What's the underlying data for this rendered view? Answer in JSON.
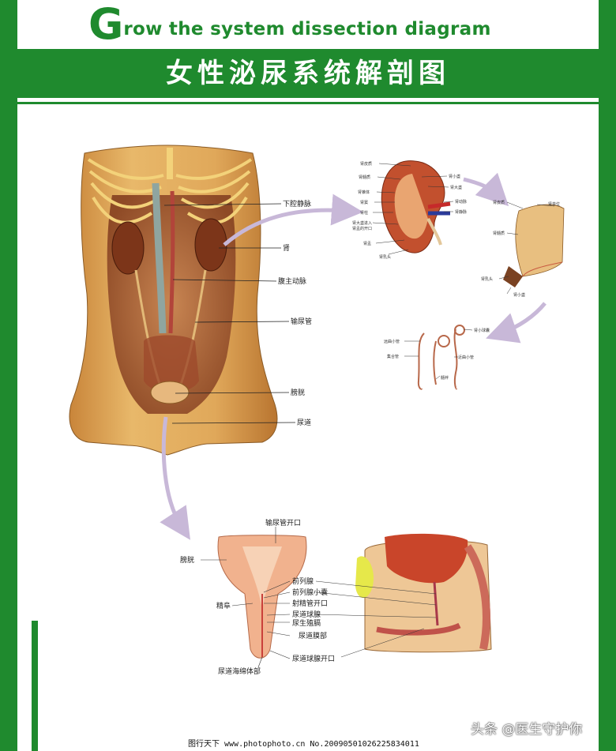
{
  "header": {
    "title_en_initial": "G",
    "title_en_rest": "row the system dissection diagram",
    "title_zh": "女性泌尿系统解剖图"
  },
  "torso_labels": {
    "ivc": "下腔静脉",
    "kidney": "肾",
    "aorta": "腹主动脉",
    "ureter": "输尿管",
    "bladder": "膀胱",
    "urethra": "尿道"
  },
  "kidney_section_labels": {
    "cortex": "肾皮质",
    "medulla": "肾髓质",
    "pyramid": "肾锥体",
    "sinus": "肾窦",
    "column": "肾柱",
    "calyx_opening": "肾大盏进入",
    "pelvis_opening": "肾盂的开口",
    "pelvis": "肾盂",
    "papilla": "肾乳头",
    "minor_calyx": "肾小盏",
    "major_calyx": "肾大盏",
    "renal_artery": "肾动脉",
    "renal_vein": "肾静脉"
  },
  "pyramid_labels": {
    "cortex": "肾皮质",
    "medulla": "肾髓质",
    "renal_unit": "肾单位",
    "papilla": "肾乳头",
    "minor_calyx": "肾小盏"
  },
  "nephron_labels": {
    "corpuscle": "肾小球囊",
    "distal": "远曲小管",
    "proximal": "近曲小管",
    "collecting": "集合管",
    "loop": "髓袢"
  },
  "bladder_labels": {
    "ureter_opening": "输尿管开口",
    "bladder": "膀胱",
    "spermatic_cord": "精阜",
    "prostate": "前列腺",
    "prostatic_utricle": "前列腺小囊",
    "ejaculatory_opening": "射精管开口",
    "bulbourethral_gland": "尿道球腺",
    "urogenital_diaphragm": "尿生殖膈",
    "membranous_urethra": "尿道膜部",
    "bulbourethral_opening": "尿道球腺开口",
    "spongy_urethra": "尿道海绵体部"
  },
  "watermark": "头条 @医生守护你",
  "footer": "图行天下 www.photophoto.cn No.20090501026225834011",
  "colors": {
    "brand_green": "#1f8a2e",
    "flesh": "#d9a35a",
    "kidney": "#8a3f22",
    "arrow": "#c8b8d8"
  }
}
